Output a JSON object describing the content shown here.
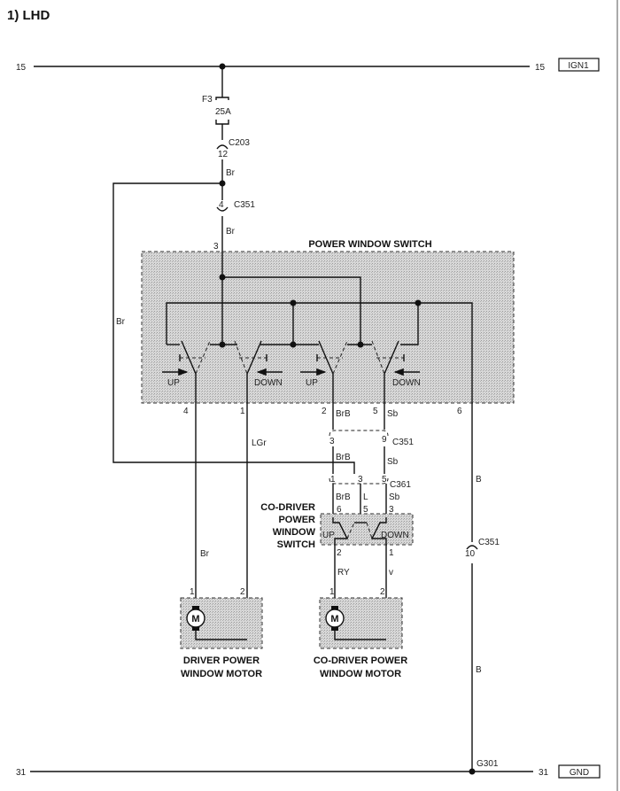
{
  "title": "1) LHD",
  "rails": {
    "top": {
      "left_label": "15",
      "right_label": "15",
      "tag": "IGN1"
    },
    "bottom": {
      "left_label": "31",
      "right_label": "31",
      "tag": "GND"
    }
  },
  "fuse": {
    "name": "F3",
    "rating": "25A"
  },
  "connectors": {
    "c203": {
      "name": "C203",
      "pin": "12"
    },
    "c351_top": {
      "name": "C351",
      "pin": "4"
    },
    "c351_mid": {
      "name": "C351",
      "pin_left": "3",
      "pin_right": "9"
    },
    "c361": {
      "name": "C361",
      "pin_1": "1",
      "pin_3": "3",
      "pin_5": "5"
    },
    "c351_right": {
      "name": "C351",
      "pin": "10"
    },
    "ground": {
      "name": "G301"
    }
  },
  "wire_colors": {
    "main_feed": "Br",
    "feed_below_c351": "Br",
    "left_loop": "Br",
    "driver_up": "Br",
    "driver_down": "LGr",
    "codriver_up_a": "BrB",
    "codriver_up_b": "BrB",
    "codriver_up_c": "BrB",
    "codriver_down_a": "Sb",
    "codriver_down_b": "Sb",
    "codriver_down_c": "Sb",
    "codriver_feed": "L",
    "ground_top": "B",
    "ground_bottom": "B",
    "codriver_motor_1": "RY",
    "codriver_motor_2": "v"
  },
  "power_window_switch": {
    "label": "POWER WINDOW SWITCH",
    "pin_top": "3",
    "pins_bottom": [
      "4",
      "1",
      "2",
      "5",
      "6"
    ],
    "buttons": [
      "UP",
      "DOWN",
      "UP",
      "DOWN"
    ]
  },
  "codriver_switch": {
    "label_lines": [
      "CO-DRIVER",
      "POWER",
      "WINDOW",
      "SWITCH"
    ],
    "pins_top": [
      "6",
      "5",
      "3"
    ],
    "pins_bottom": [
      "2",
      "1"
    ],
    "buttons": [
      "UP",
      "DOWN"
    ]
  },
  "driver_motor": {
    "label_lines": [
      "DRIVER POWER",
      "WINDOW MOTOR"
    ],
    "pins": [
      "1",
      "2"
    ],
    "symbol": "M"
  },
  "codriver_motor": {
    "label_lines": [
      "CO-DRIVER POWER",
      "WINDOW MOTOR"
    ],
    "pins": [
      "1",
      "2"
    ],
    "symbol": "M"
  }
}
